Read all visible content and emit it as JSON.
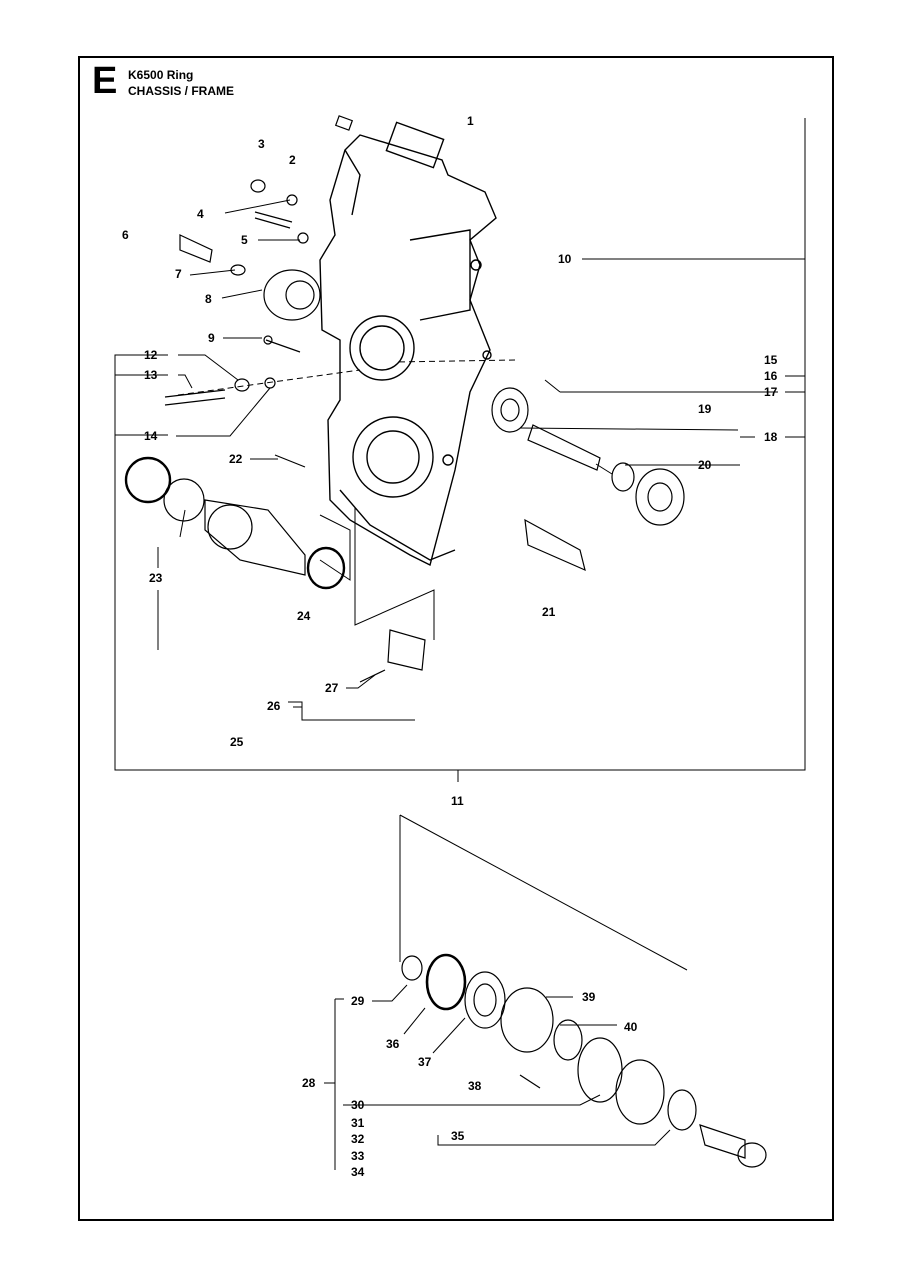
{
  "header": {
    "section_letter": "E",
    "model": "K6500 Ring",
    "subtitle": "CHASSIS / FRAME"
  },
  "part_numbers": [
    "1",
    "2",
    "3",
    "4",
    "5",
    "6",
    "7",
    "8",
    "9",
    "10",
    "11",
    "12",
    "13",
    "14",
    "15",
    "16",
    "17",
    "18",
    "19",
    "20",
    "21",
    "22",
    "23",
    "24",
    "25",
    "26",
    "27",
    "28",
    "29",
    "30",
    "31",
    "32",
    "33",
    "34",
    "35",
    "36",
    "37",
    "38",
    "39",
    "40"
  ]
}
